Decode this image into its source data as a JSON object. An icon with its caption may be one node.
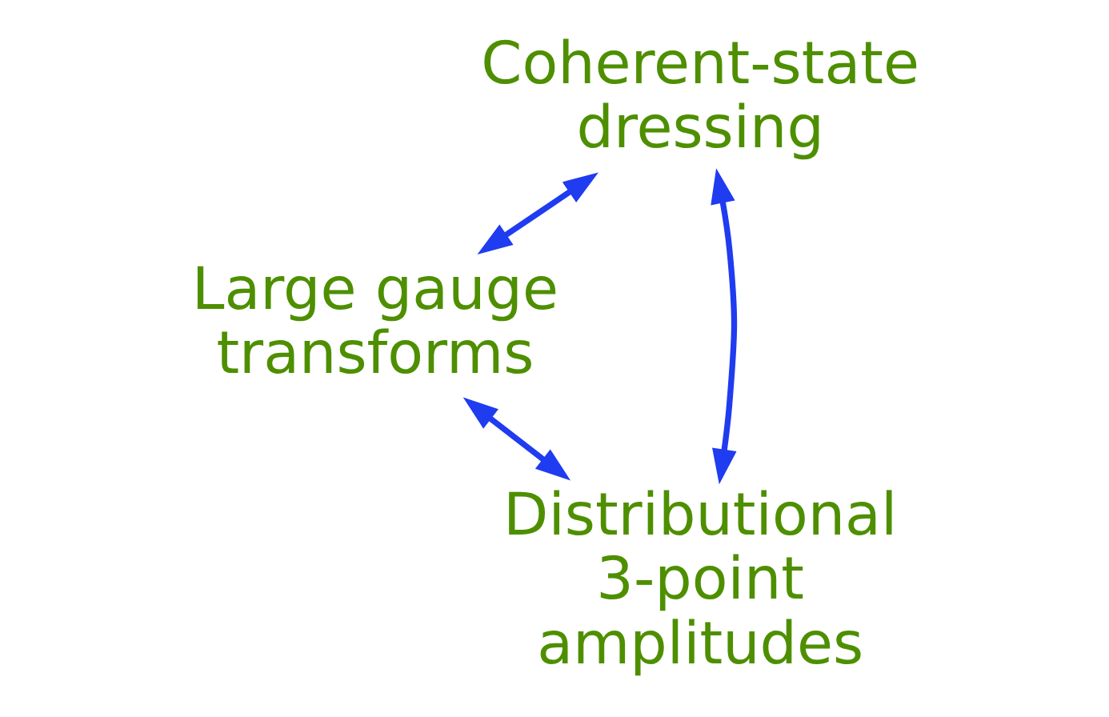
{
  "diagram": {
    "nodes": [
      {
        "text": [
          "Coherent-state dressing"
        ]
      },
      {
        "text": [
          "Large gauge transforms"
        ]
      },
      {
        "text": [
          "Distributional 3-point amplitudes"
        ]
      }
    ],
    "edges": [
      {
        "from": 0,
        "to": 1,
        "arrow": "both"
      },
      {
        "from": 0,
        "to": 2,
        "arrow": "both"
      },
      {
        "from": 1,
        "to": 2,
        "arrow": "both"
      }
    ]
  }
}
